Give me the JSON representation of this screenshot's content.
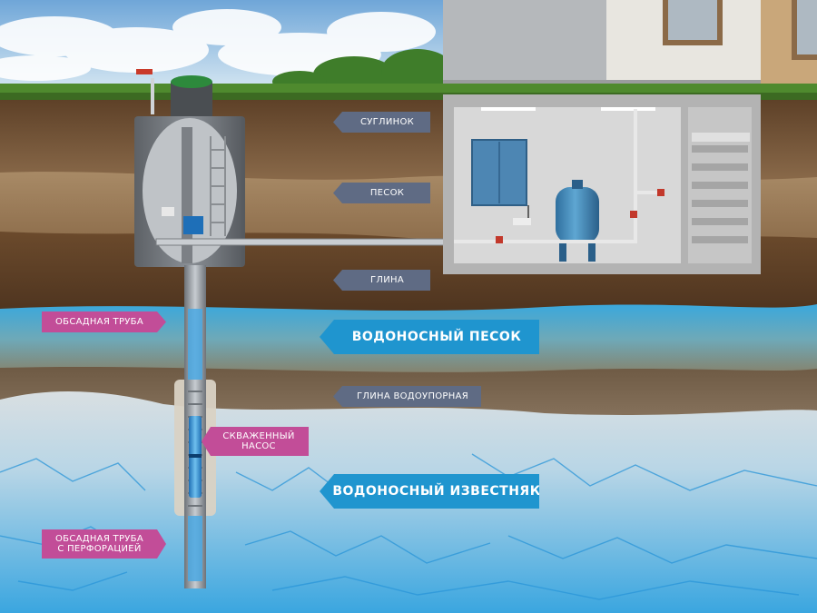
{
  "labels": {
    "loam": "СУГЛИНОК",
    "sand": "ПЕСОК",
    "clay": "ГЛИНА",
    "casing_pipe": "ОБСАДНАЯ ТРУБА",
    "aquifer_sand": "ВОДОНОСНЫЙ ПЕСОК",
    "impermeable_clay": "ГЛИНА ВОДОУПОРНАЯ",
    "well_pump_line1": "СКВАЖЕННЫЙ",
    "well_pump_line2": "НАСОС",
    "aquifer_limestone": "ВОДОНОСНЫЙ ИЗВЕСТНЯК",
    "perforated_casing_line1": "ОБСАДНАЯ ТРУБА",
    "perforated_casing_line2": "С ПЕРФОРАЦИЕЙ"
  },
  "colors": {
    "label_gray": "#5f6b84",
    "label_pink": "#c24d98",
    "label_blue": "#1f95cf",
    "sky": "#9cc6e8",
    "grass": "#4f8a2e",
    "loam": "#7a5a3e",
    "sand": "#9a7a55",
    "clay": "#6b4a2e",
    "water": "#2d9fd6",
    "limestone": "#c9d2d6"
  }
}
